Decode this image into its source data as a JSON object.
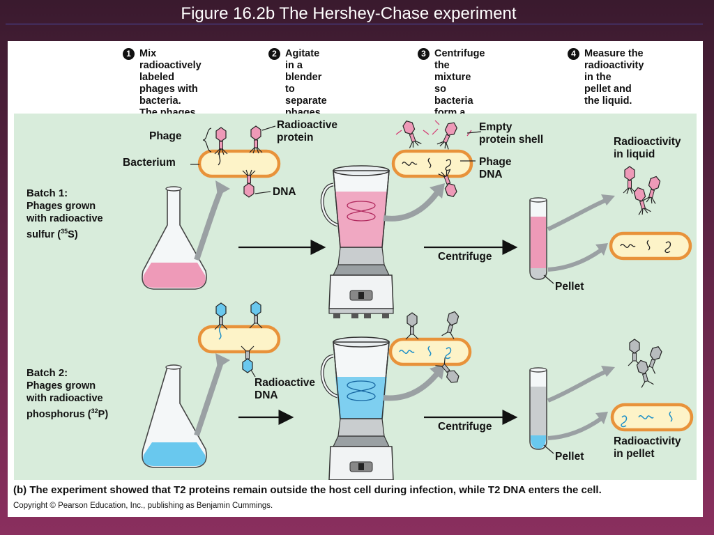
{
  "title": "Figure 16.2b  The Hershey-Chase experiment",
  "steps": [
    {
      "num": "1",
      "text": "Mix radioactively\nlabeled phages with\nbacteria. The phages\ninfect the bacterial cells."
    },
    {
      "num": "2",
      "text": "Agitate in a blender to\nseparate phages\noutside the bacteria\nfrom the cells and\ntheir contents."
    },
    {
      "num": "3",
      "text": "Centrifuge the\nmixture so bacteria\nform a pellet at the\nbottom of the test\ntube."
    },
    {
      "num": "4",
      "text": "Measure the\nradioactivity in the\npellet and the liquid."
    }
  ],
  "labels": {
    "phage": "Phage",
    "bacterium": "Bacterium",
    "radioactive_protein": "Radioactive\nprotein",
    "dna": "DNA",
    "empty_shell": "Empty\nprotein shell",
    "phage_dna": "Phage\nDNA",
    "radioactivity_liquid": "Radioactivity\nin liquid",
    "centrifuge_1": "Centrifuge",
    "pellet_1": "Pellet",
    "radioactive_dna": "Radioactive\nDNA",
    "centrifuge_2": "Centrifuge",
    "pellet_2": "Pellet",
    "radioactivity_pellet": "Radioactivity\nin pellet"
  },
  "batch1": {
    "head": "Batch 1:",
    "line1": "Phages grown",
    "line2": "with radioactive",
    "line3_pre": "sulfur (",
    "sup": "35",
    "line3_post": "S)"
  },
  "batch2": {
    "head": "Batch 2:",
    "line1": "Phages grown",
    "line2": "with radioactive",
    "line3_pre": "phosphorus (",
    "sup": "32",
    "line3_post": "P)"
  },
  "caption_prefix": "(b)",
  "caption": "The experiment showed that T2 proteins remain outside the host cell during infection, while T2 DNA enters the cell.",
  "copyright": "Copyright © Pearson Education, Inc., publishing as Benjamin Cummings.",
  "colors": {
    "pink": "#ee9ab8",
    "pink_dark": "#d4336f",
    "blue": "#69c8ee",
    "blue_dark": "#1e90c8",
    "bacterium_fill": "#fdf3c8",
    "bacterium_edge": "#e8923a",
    "green_bg": "#d8ecdb",
    "arrow_grey": "#9aa0a3"
  }
}
